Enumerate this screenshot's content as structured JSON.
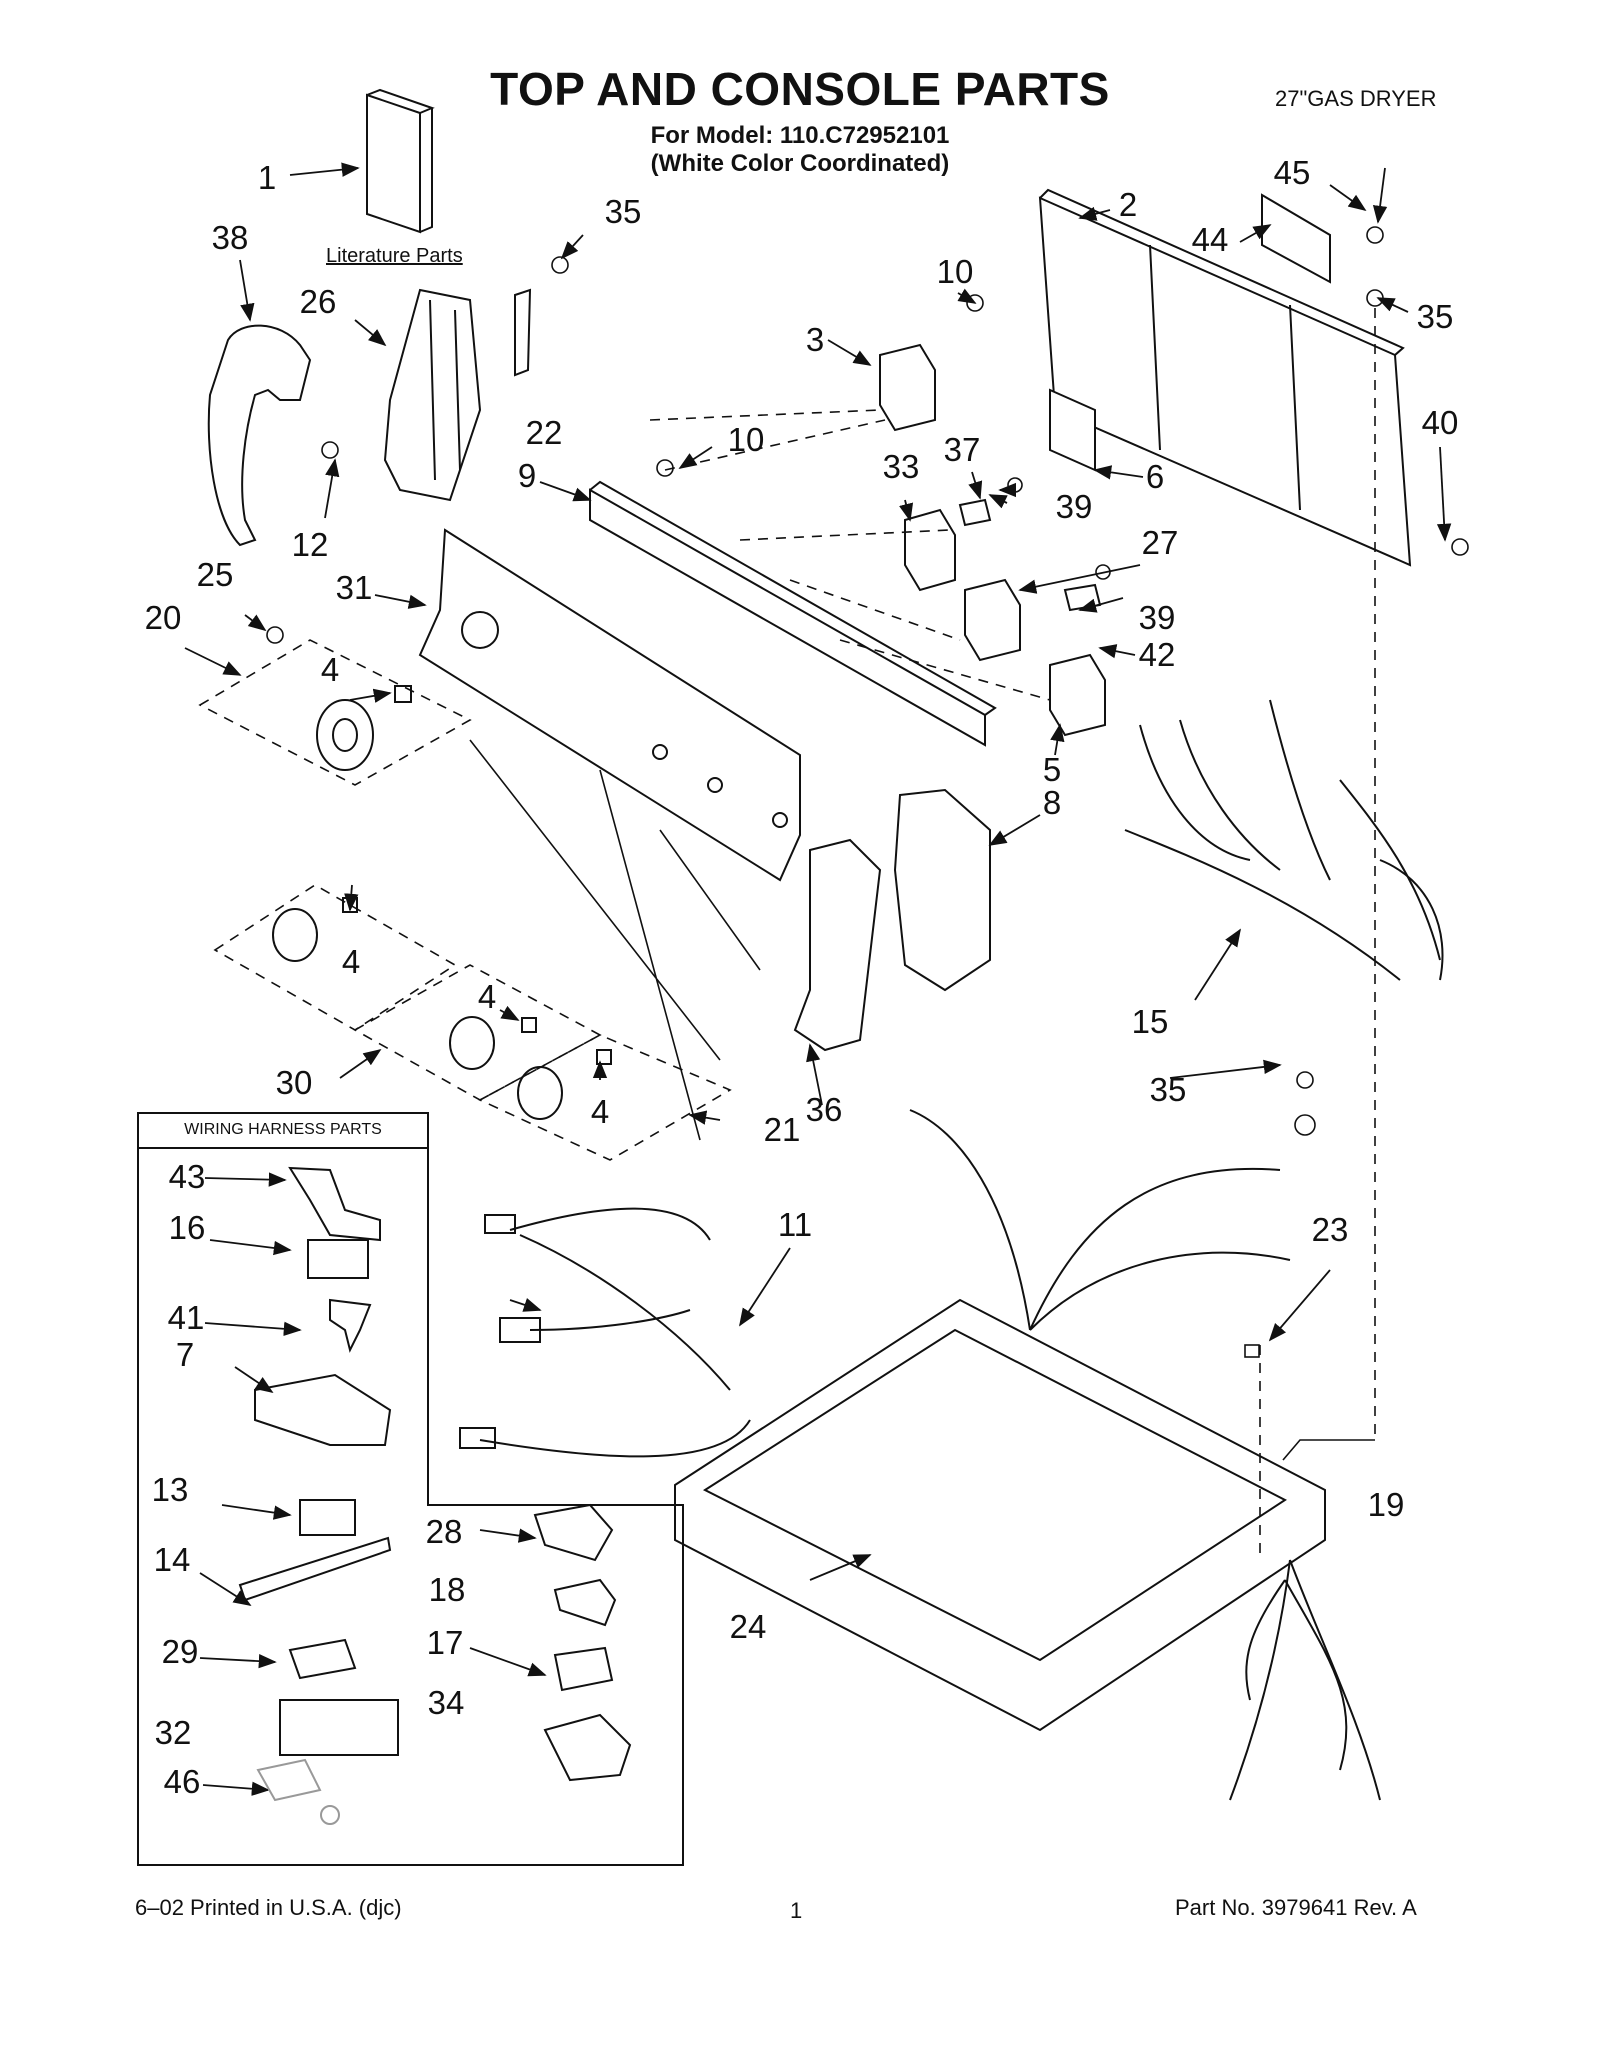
{
  "header": {
    "title": "TOP AND CONSOLE PARTS",
    "product": "27\"GAS DRYER",
    "model_line": "For Model: 110.C72952101",
    "color_line": "(White Color Coordinated)"
  },
  "labels": {
    "literature_parts": "Literature Parts",
    "wiring_box_title": "WIRING HARNESS PARTS"
  },
  "callouts": {
    "c1": "1",
    "c2": "2",
    "c3": "3",
    "c4a": "4",
    "c4b": "4",
    "c4c": "4",
    "c4d": "4",
    "c5": "5",
    "c6": "6",
    "c7": "7",
    "c8": "8",
    "c9": "9",
    "c10a": "10",
    "c10b": "10",
    "c11": "11",
    "c12": "12",
    "c13": "13",
    "c14": "14",
    "c15": "15",
    "c16": "16",
    "c17": "17",
    "c18": "18",
    "c19": "19",
    "c20": "20",
    "c21": "21",
    "c22": "22",
    "c23": "23",
    "c24": "24",
    "c25": "25",
    "c26": "26",
    "c27": "27",
    "c28": "28",
    "c29": "29",
    "c30": "30",
    "c31": "31",
    "c32": "32",
    "c33": "33",
    "c34": "34",
    "c35a": "35",
    "c35b": "35",
    "c35c": "35",
    "c36": "36",
    "c37": "37",
    "c38": "38",
    "c39a": "39",
    "c39b": "39",
    "c40": "40",
    "c41": "41",
    "c42": "42",
    "c43": "43",
    "c44": "44",
    "c45": "45",
    "c46": "46"
  },
  "footer": {
    "left": "6–02 Printed in U.S.A. (djc)",
    "page": "1",
    "right": "Part No. 3979641 Rev. A"
  }
}
